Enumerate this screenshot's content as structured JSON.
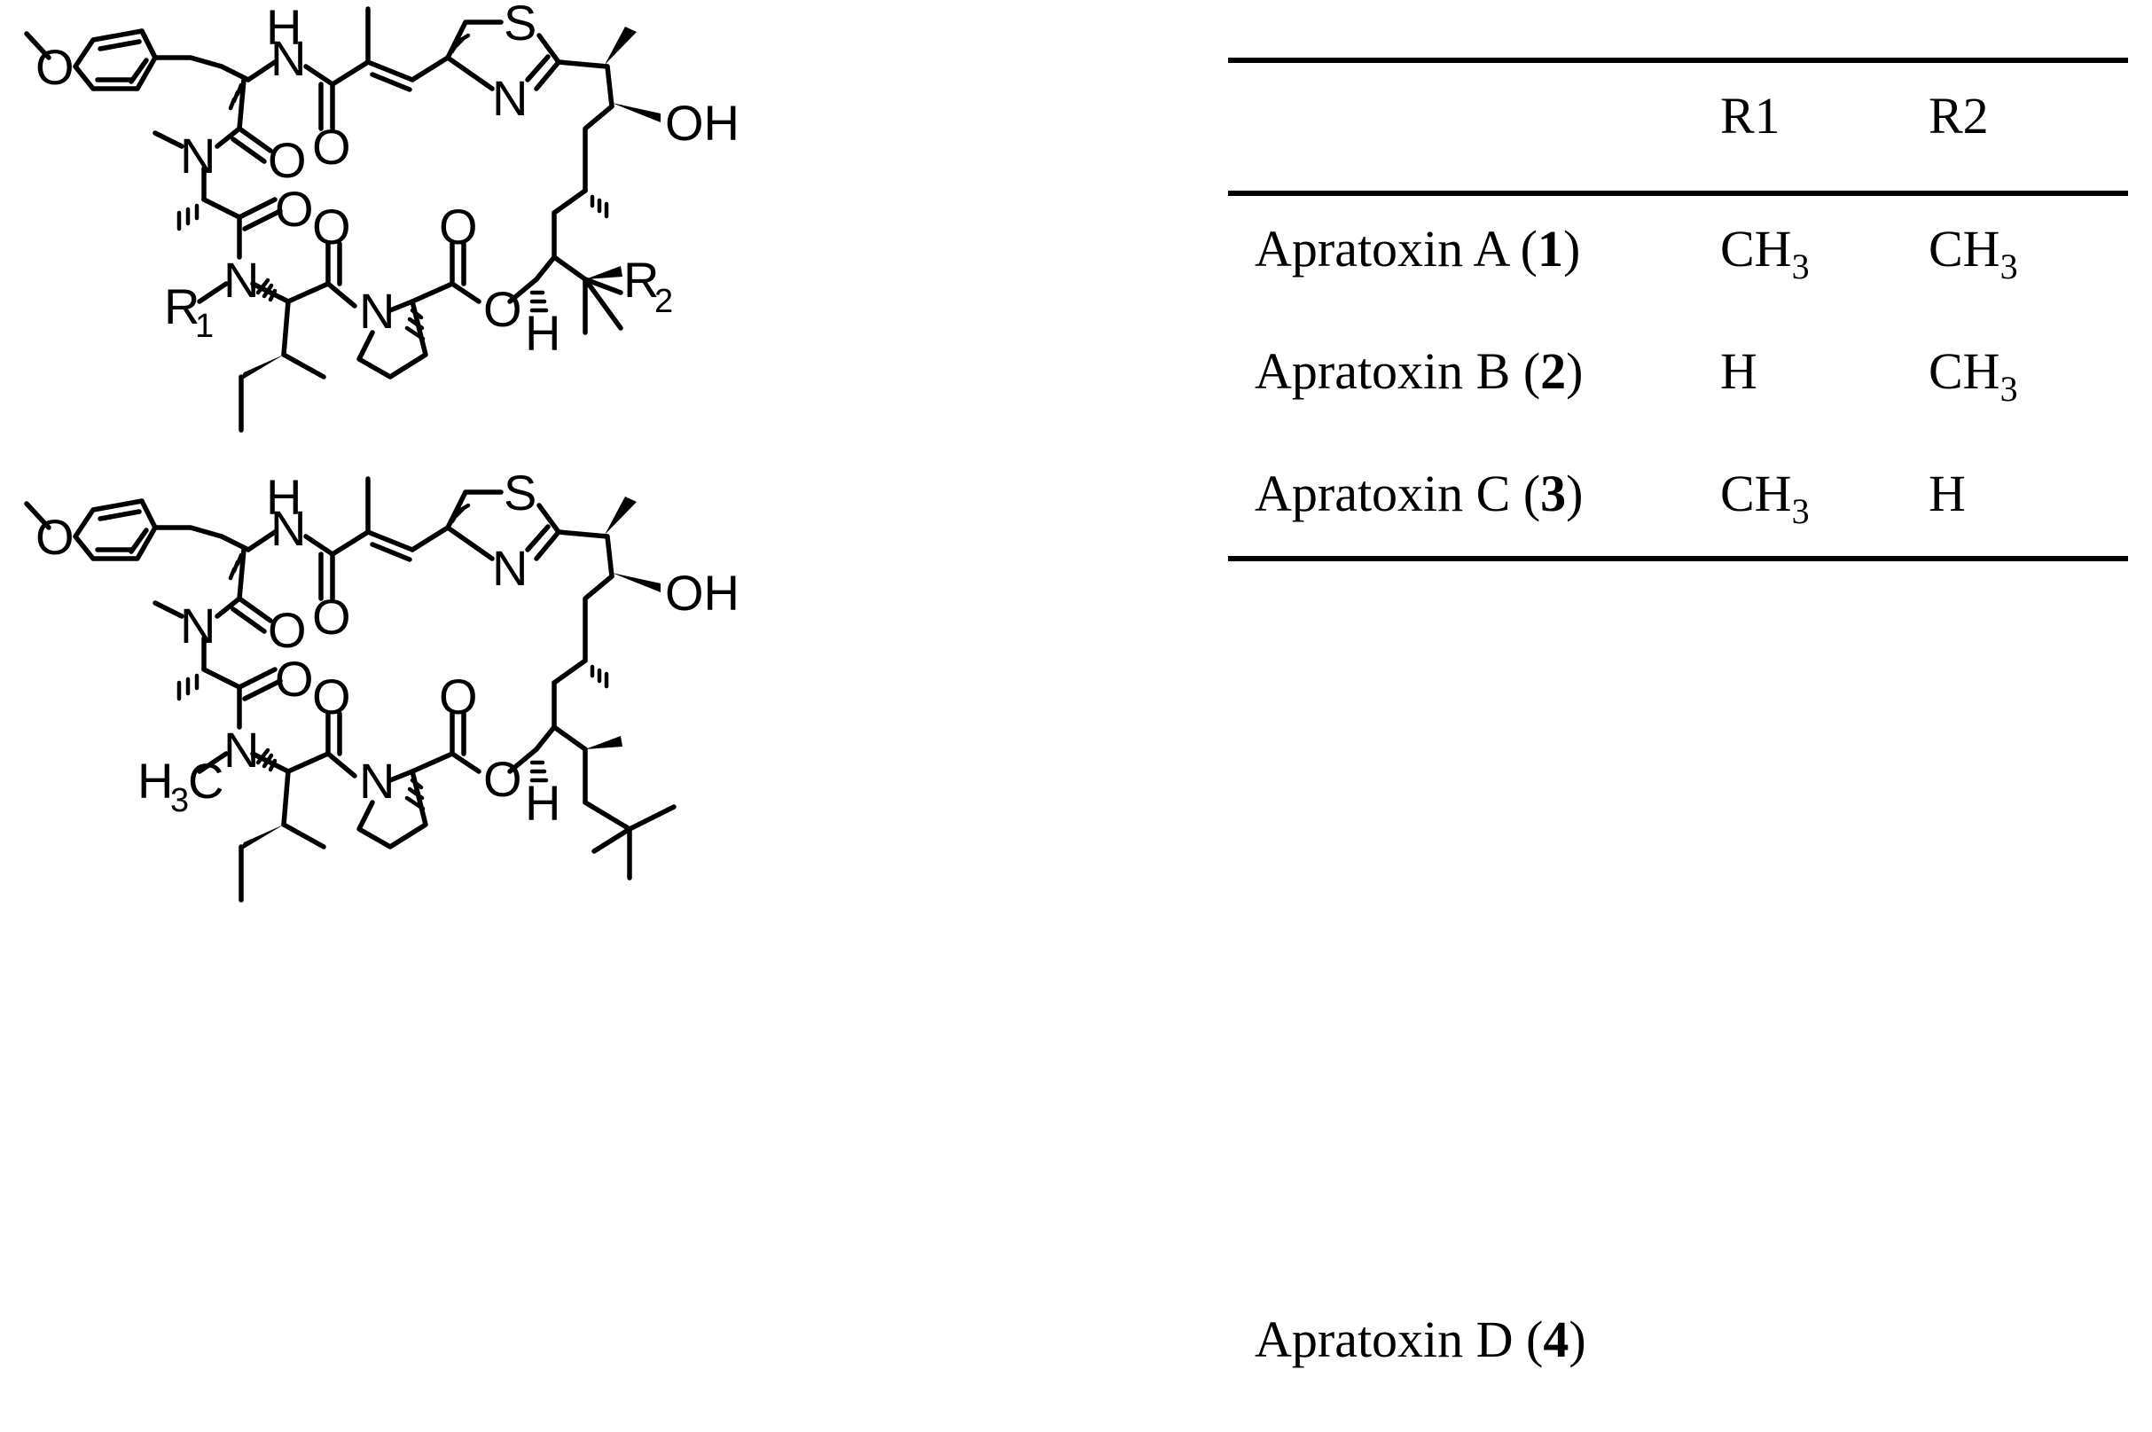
{
  "table": {
    "header": {
      "r1": "R1",
      "r2": "R2"
    },
    "rows": [
      {
        "name": "Apratoxin A (",
        "number": "1",
        "close": ")",
        "r1_main": "CH",
        "r1_sub": "3",
        "r2_main": "CH",
        "r2_sub": "3"
      },
      {
        "name": "Apratoxin B (",
        "number": "2",
        "close": ")",
        "r1_main": "H",
        "r1_sub": "",
        "r2_main": "CH",
        "r2_sub": "3"
      },
      {
        "name": "Apratoxin C (",
        "number": "3",
        "close": ")",
        "r1_main": "CH",
        "r1_sub": "3",
        "r2_main": "H",
        "r2_sub": ""
      }
    ]
  },
  "compound_d": {
    "name": "Apratoxin D (",
    "number": "4",
    "close": ")"
  },
  "atoms": {
    "O": "O",
    "N": "N",
    "S": "S",
    "H": "H",
    "OH": "OH",
    "R": "R",
    "R1_sub": "1",
    "R2_sub": "2",
    "H3C_H": "H",
    "H3C_sub": "3",
    "H3C_C": "C"
  }
}
